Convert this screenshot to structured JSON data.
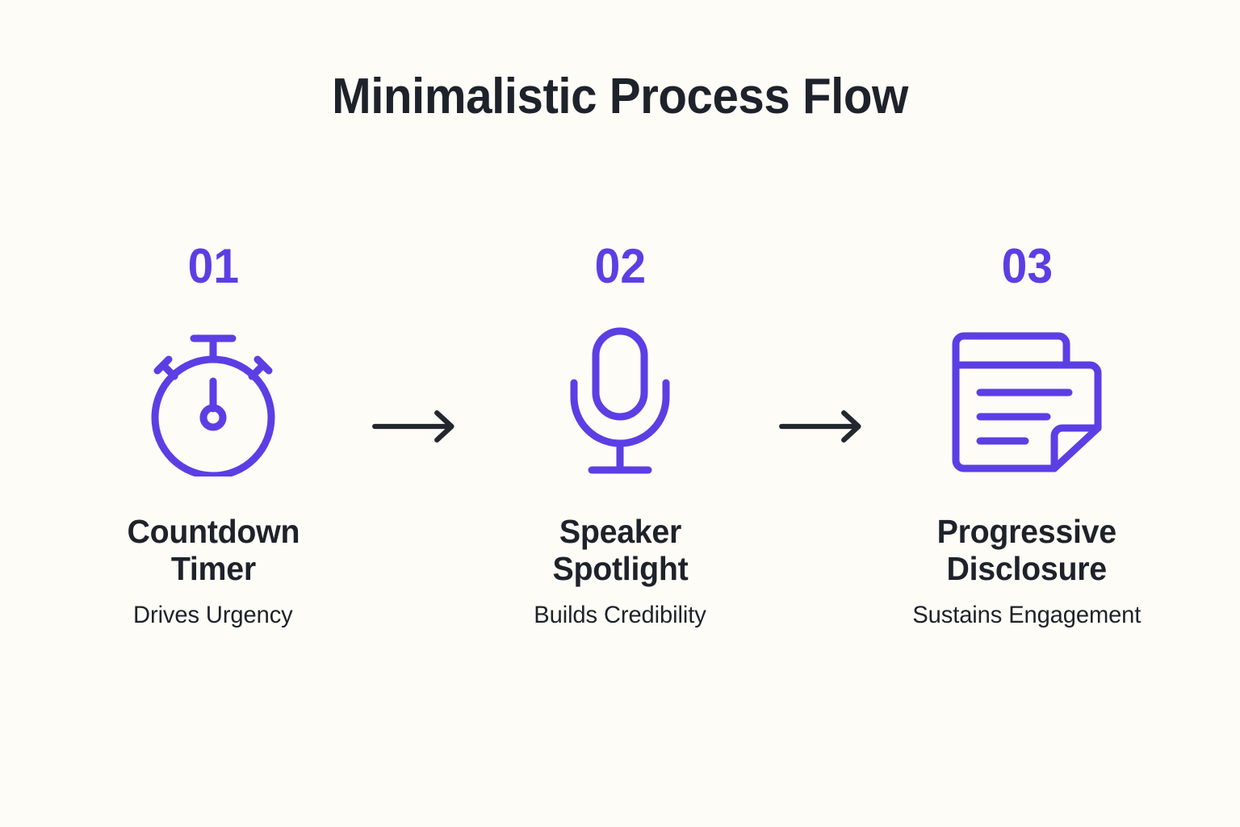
{
  "page": {
    "title": "Minimalistic Process Flow",
    "background_color": "#fdfcf6",
    "accent_color": "#5b3fe4",
    "text_color": "#1e222a",
    "arrow_color": "#23272e"
  },
  "steps": [
    {
      "number": "01",
      "icon": "stopwatch-icon",
      "title": "Countdown Timer",
      "title_line1": "Countdown",
      "title_line2": "Timer",
      "subtitle": "Drives Urgency"
    },
    {
      "number": "02",
      "icon": "microphone-icon",
      "title": "Speaker Spotlight",
      "title_line1": "Speaker",
      "title_line2": "Spotlight",
      "subtitle": "Builds Credibility"
    },
    {
      "number": "03",
      "icon": "layered-document-icon",
      "title": "Progressive Disclosure",
      "title_line1": "Progressive",
      "title_line2": "Disclosure",
      "subtitle": "Sustains Engagement"
    }
  ],
  "connectors": [
    {
      "icon": "arrow-right-icon"
    },
    {
      "icon": "arrow-right-icon"
    }
  ]
}
